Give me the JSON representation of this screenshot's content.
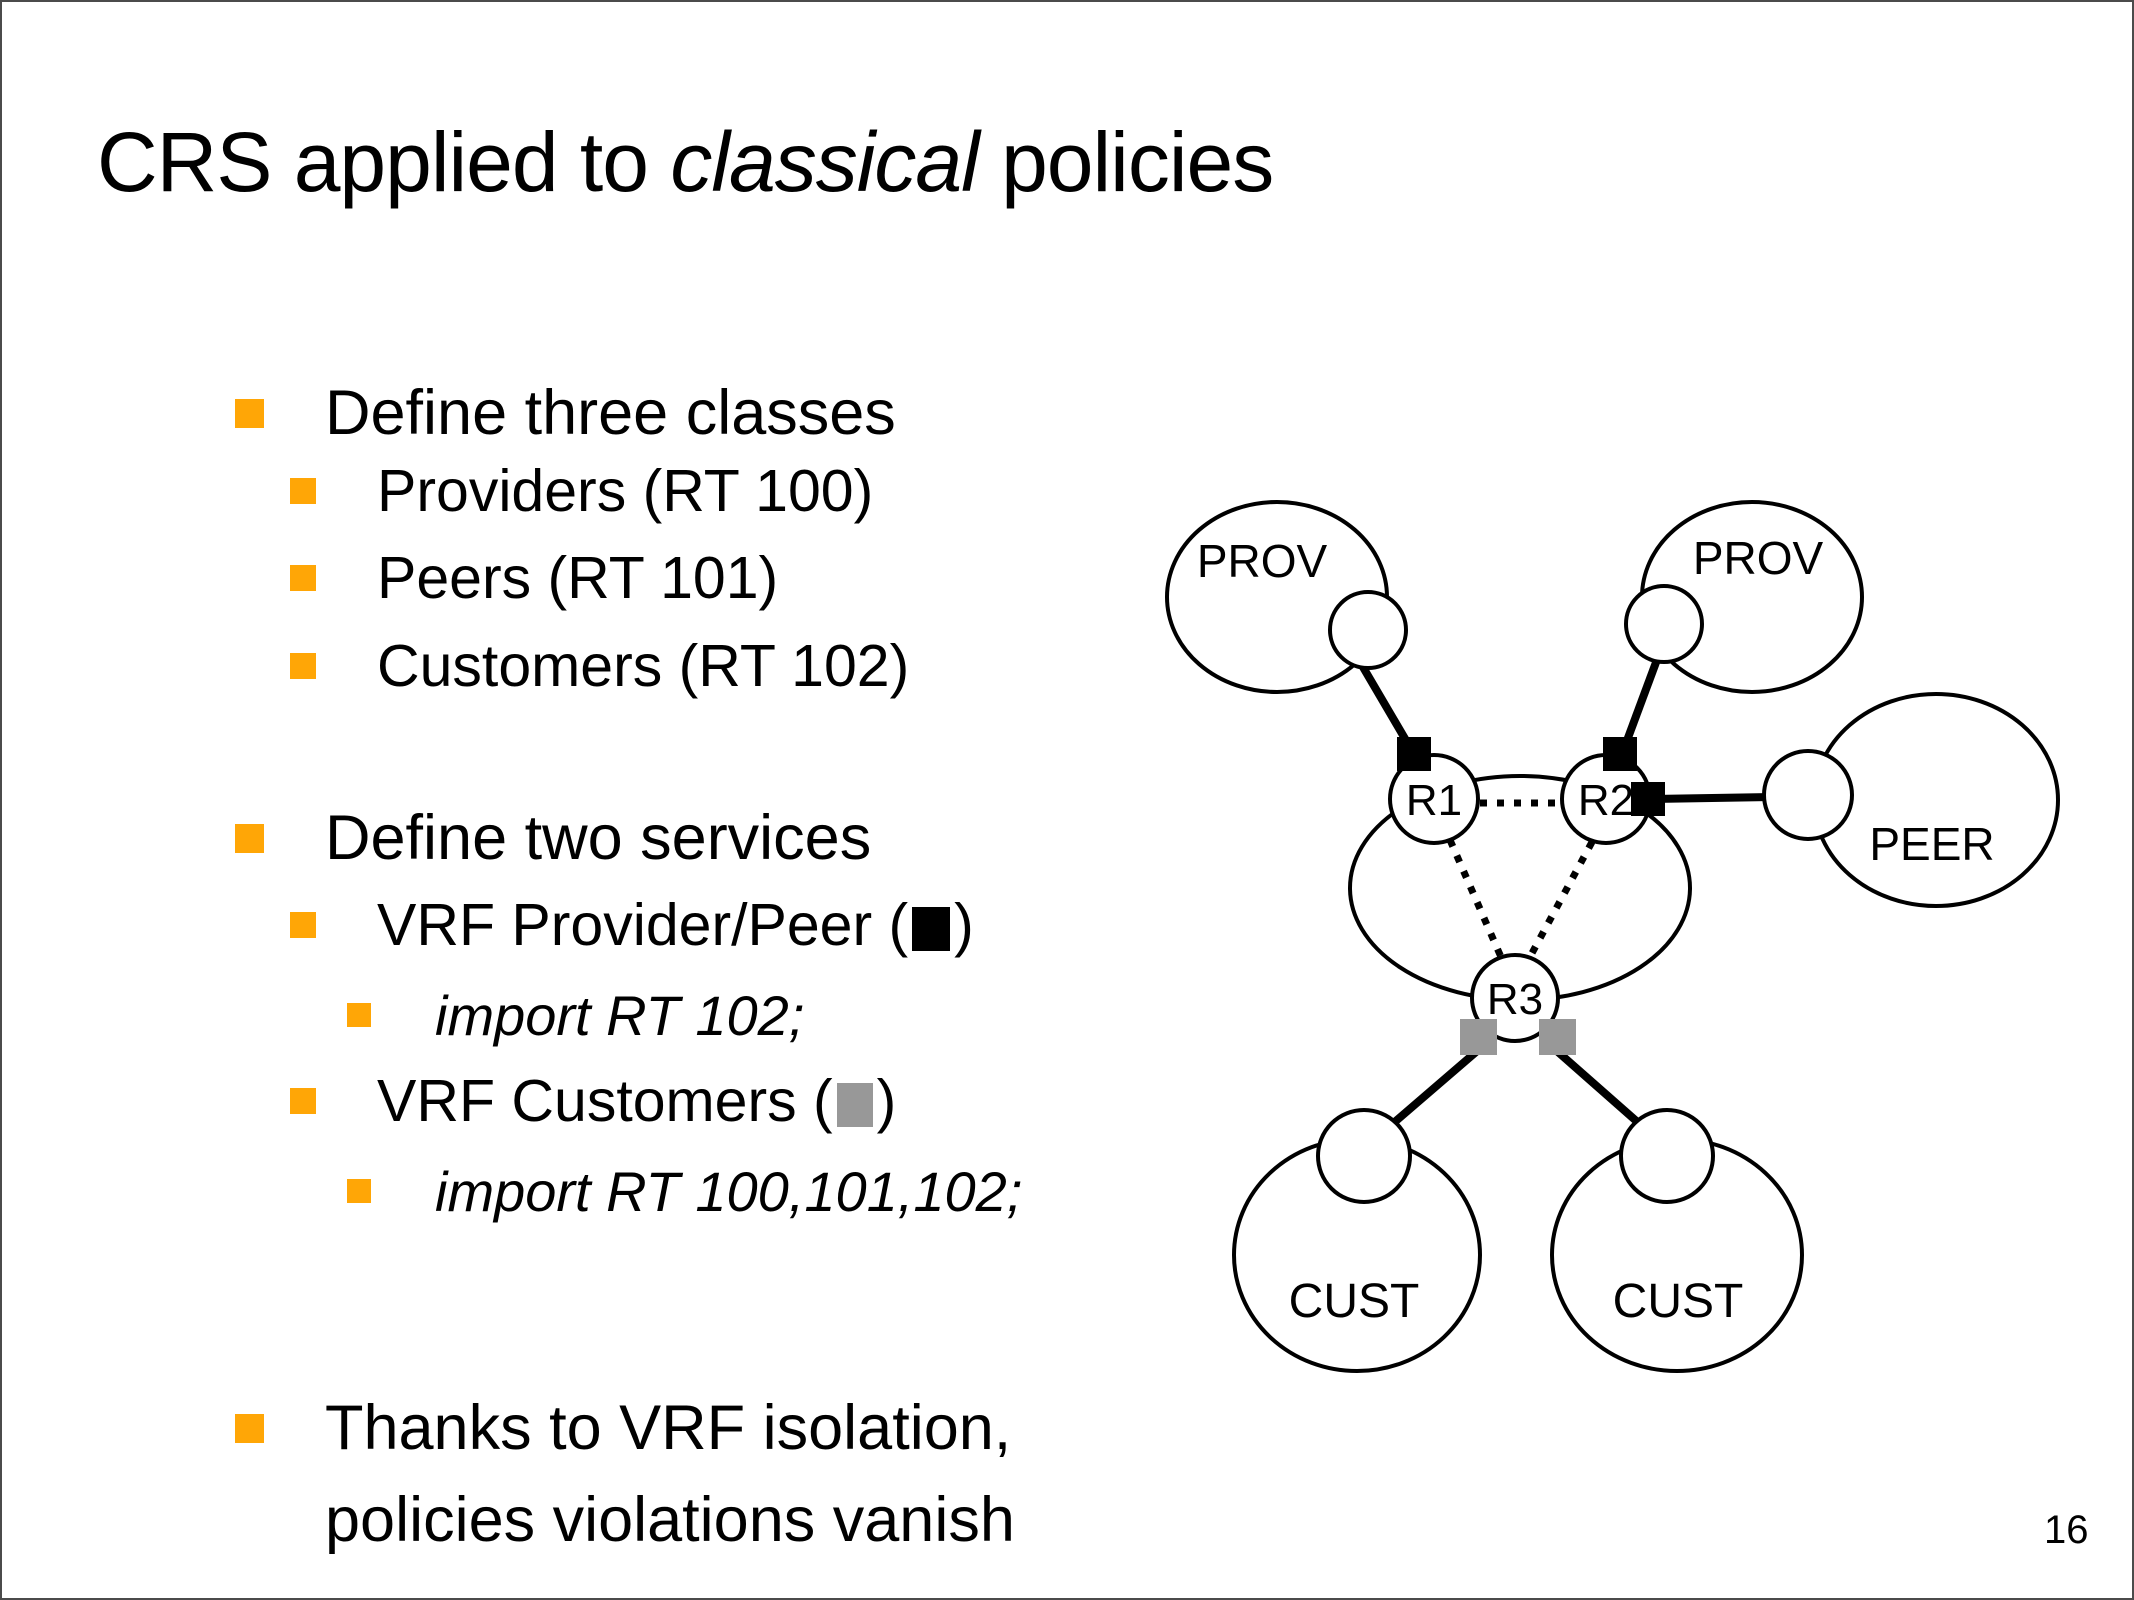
{
  "slide": {
    "title": {
      "prefix": "CRS applied to ",
      "italic": "classical",
      "suffix": " policies"
    },
    "page_number": "16"
  },
  "colors": {
    "bullet_orange": "#FFA606",
    "provider_peer_marker_black": "#000000",
    "customers_marker_gray": "#989898",
    "slide_border_gray": "#4B4B4B",
    "diagram_stroke": "#000000"
  },
  "bullets": [
    {
      "level": 1,
      "text": "Define three classes"
    },
    {
      "level": 2,
      "text": "Providers (RT 100)"
    },
    {
      "level": 2,
      "text": "Peers (RT 101)"
    },
    {
      "level": 2,
      "text": "Customers (RT 102)"
    },
    {
      "level": 1,
      "text": "Define two services"
    },
    {
      "level": 2,
      "prefix": "VRF Provider/Peer (",
      "suffix": ")",
      "marker": "black"
    },
    {
      "level": 3,
      "text": "import RT 102;"
    },
    {
      "level": 2,
      "prefix": "VRF Customers (",
      "suffix": ")",
      "marker": "gray"
    },
    {
      "level": 3,
      "text": "import RT 100,101,102;"
    },
    {
      "level": 1,
      "line1": "Thanks to VRF isolation,",
      "line2": "policies violations vanish"
    }
  ],
  "diagram": {
    "labels": {
      "prov_left": "PROV",
      "prov_right": "PROV",
      "peer": "PEER",
      "cust_left": "CUST",
      "cust_right": "CUST",
      "r1": "R1",
      "r2": "R2",
      "r3": "R3"
    }
  }
}
